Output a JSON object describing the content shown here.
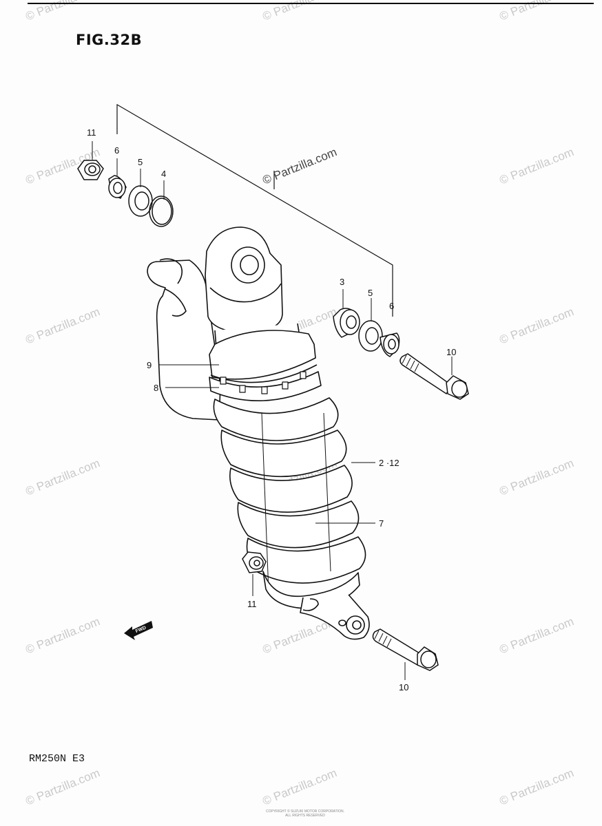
{
  "figure": {
    "title": "FIG.32B",
    "model": "RM250N E3",
    "footer": "COPYRIGHT © SUZUKI MOTOR CORPORATION. ALL RIGHTS RESERVED"
  },
  "callouts": [
    {
      "id": "11-top",
      "text": "11"
    },
    {
      "id": "6-top",
      "text": "6"
    },
    {
      "id": "5-top",
      "text": "5"
    },
    {
      "id": "4",
      "text": "4"
    },
    {
      "id": "3",
      "text": "3"
    },
    {
      "id": "5-right",
      "text": "5"
    },
    {
      "id": "6-right",
      "text": "6"
    },
    {
      "id": "10-right",
      "text": "10"
    },
    {
      "id": "9",
      "text": "9"
    },
    {
      "id": "8",
      "text": "8"
    },
    {
      "id": "2-12",
      "text": "2 ·12"
    },
    {
      "id": "7",
      "text": "7"
    },
    {
      "id": "11-bottom",
      "text": "11"
    },
    {
      "id": "10-bottom",
      "text": "10"
    }
  ],
  "fwd_arrow": {
    "text": "FWD",
    "icon": "fwd-arrow-icon"
  },
  "watermark": {
    "text": "© Partzilla.com"
  }
}
